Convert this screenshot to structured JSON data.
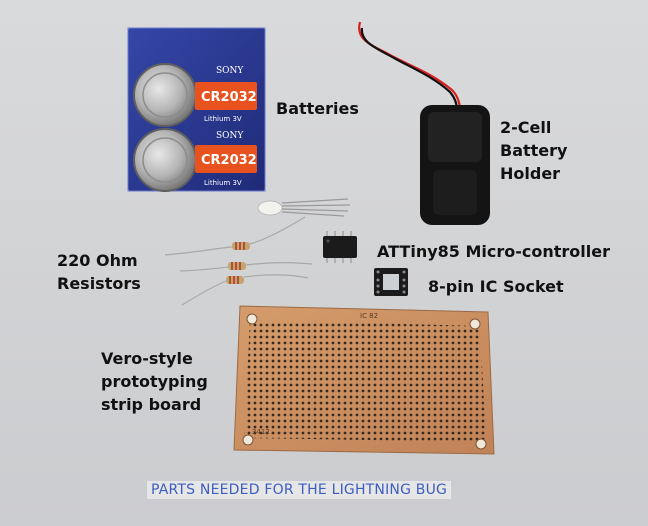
{
  "labels": {
    "batteries": "Batteries",
    "holder": [
      "2-Cell",
      "Battery",
      "Holder"
    ],
    "attiny": "ATTiny85 Micro-controller",
    "resistors": [
      "220 Ohm",
      "Resistors"
    ],
    "socket": "8-pin IC Socket",
    "vero": [
      "Vero-style",
      "prototyping",
      "strip board"
    ]
  },
  "caption": "PARTS NEEDED FOR THE LIGHTNING BUG",
  "battery_pack": {
    "brand": "SONY",
    "model": "CR2032",
    "spec": "Lithium 3V"
  },
  "board_marks": {
    "top": "IC 82",
    "bottom": "3412"
  },
  "colors": {
    "pack": "#2b3a8f",
    "board": "#c98f62",
    "caption_text": "#3d5ec1"
  }
}
